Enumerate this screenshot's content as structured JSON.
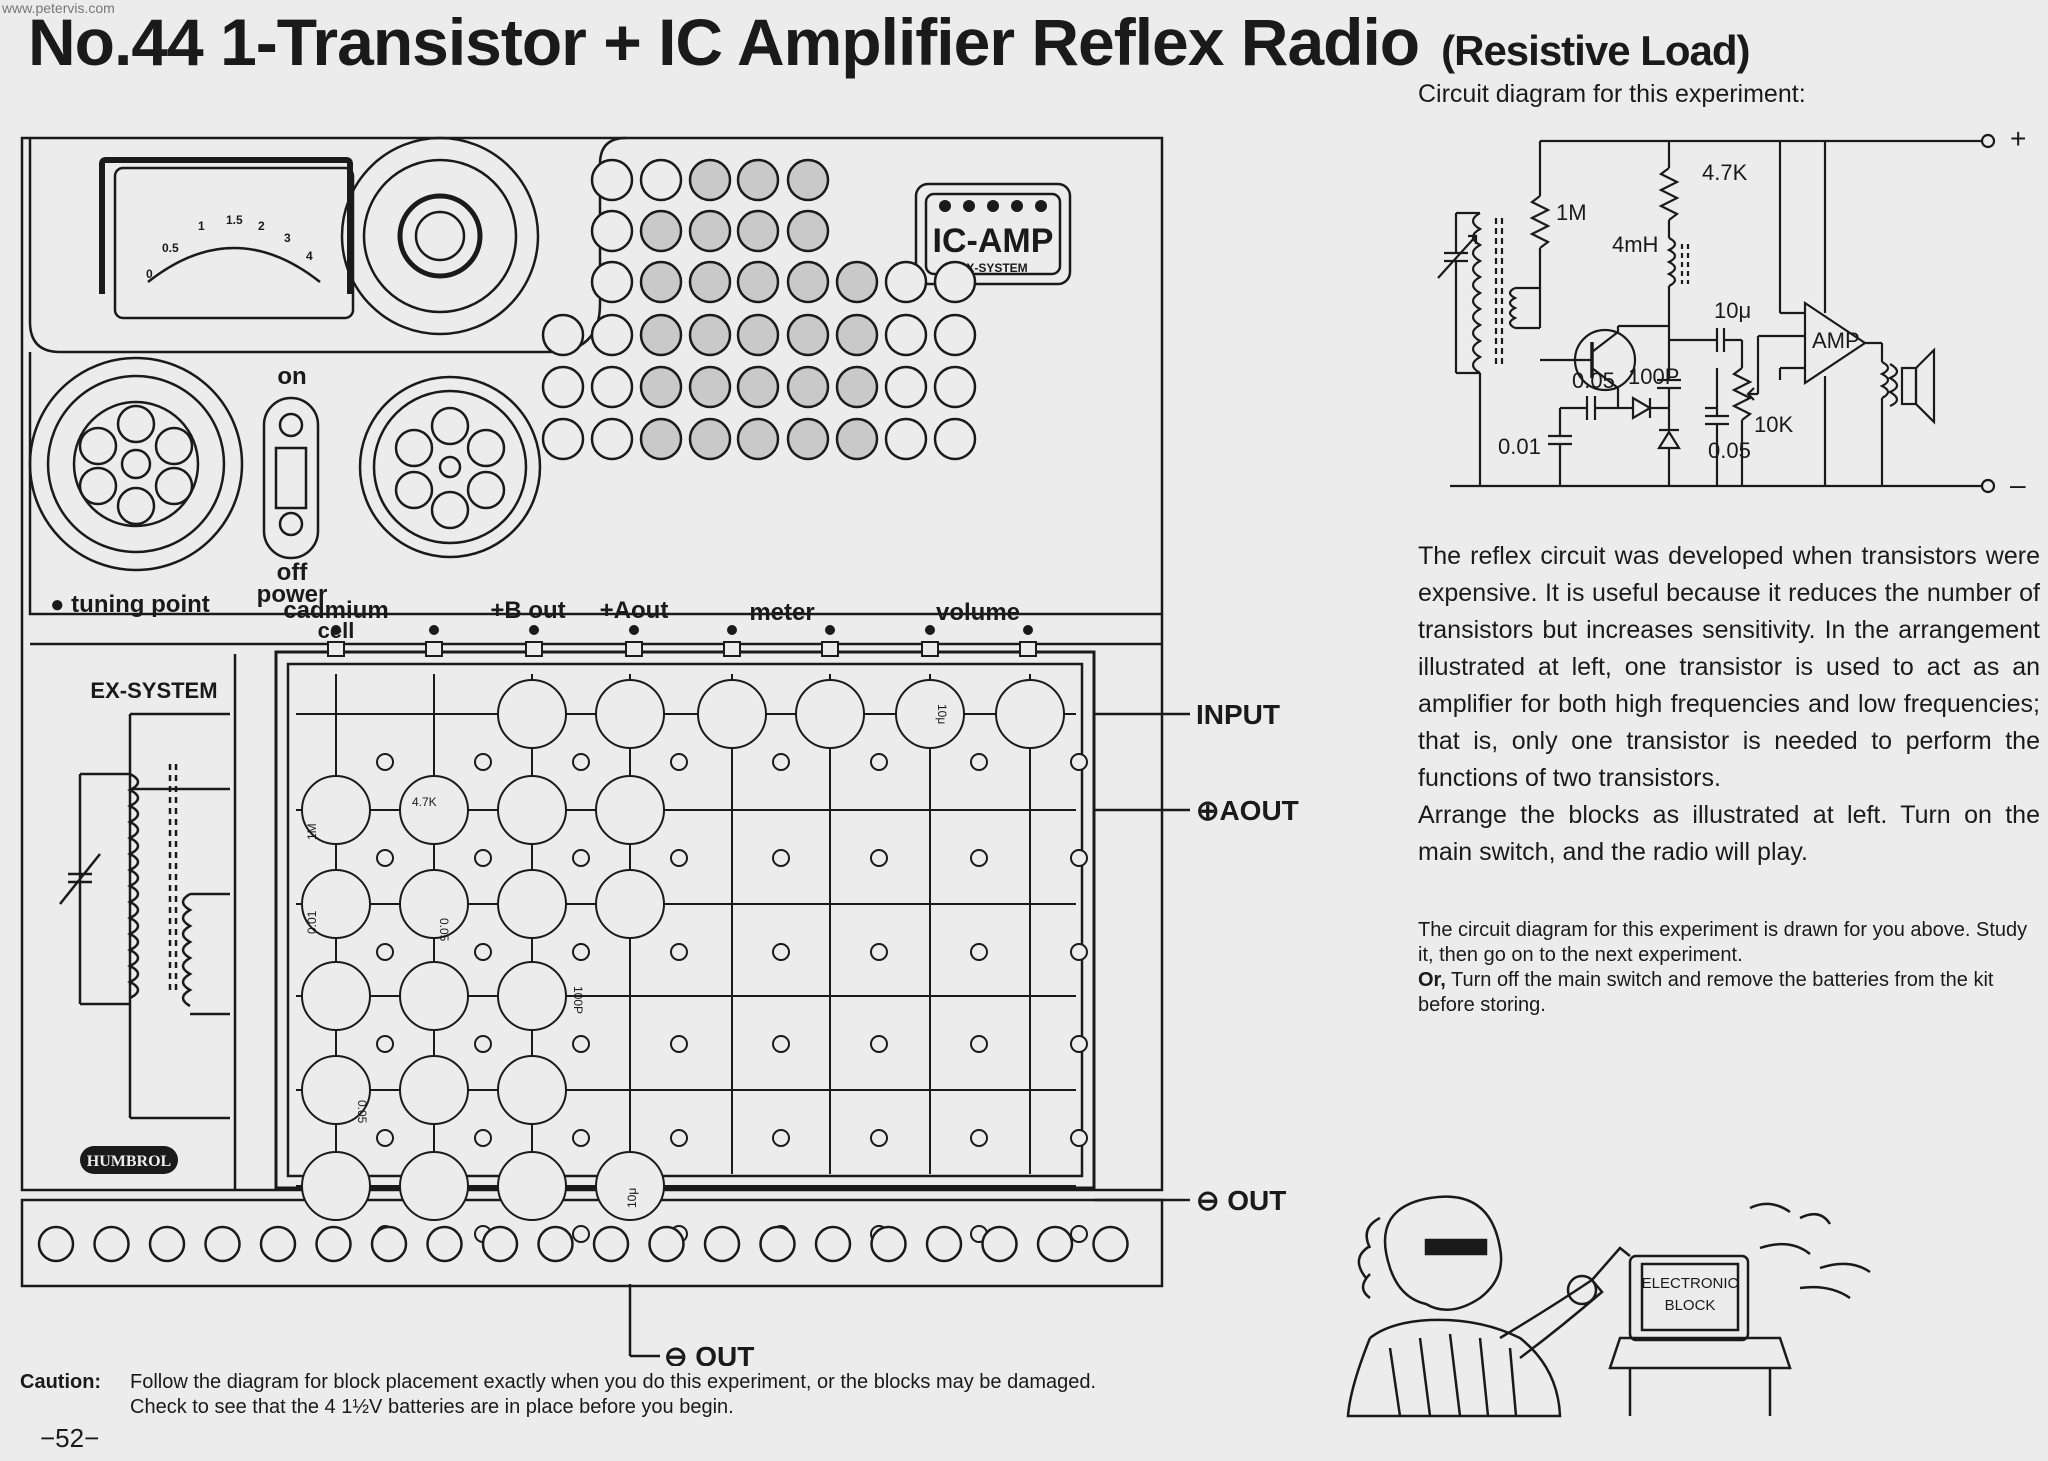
{
  "watermark": "www.petervis.com",
  "title": {
    "main": "No.44  1-Transistor + IC Amplifier Reflex Radio",
    "sub": "(Resistive Load)"
  },
  "circuit": {
    "caption": "Circuit diagram for this experiment:",
    "labels": {
      "r1": "1M",
      "r2": "4.7K",
      "l1": "4mH",
      "c_coupling": "10μ",
      "amp": "AMP",
      "c1": "0.05",
      "c2": "100P",
      "pot": "10K",
      "c3": "0.01",
      "c4": "0.05",
      "plus": "+",
      "minus": "–"
    }
  },
  "description": [
    "The reflex circuit was developed when transistors were expensive. It is useful because it reduces the number of transistors but increases sensitivity. In the arrangement illustrated at left, one transistor is used to act as an amplifier for both high frequencies and low frequencies; that is, only one transistor is needed to perform the functions of two transistors.",
    "Arrange the blocks as illustrated at left. Turn on the main switch, and the radio will play."
  ],
  "note": {
    "line1": "The circuit diagram for this experiment is drawn for you above. Study it, then go on to the next experiment.",
    "or_label": "Or,",
    "line2": "Turn off the main switch and remove the batteries from the kit before storing."
  },
  "kit": {
    "ic_amp_title": "IC-AMP",
    "ic_amp_sub": "EX-SYSTEM",
    "switch_on": "on",
    "switch_off": "off",
    "switch_power": "power",
    "tuning_point": "● tuning point",
    "ex_system": "EX-SYSTEM",
    "brand": "HUMBROL",
    "terminals": {
      "cadmium": "cadmium",
      "cell": "cell",
      "bout": "+B out",
      "aout": "+Aout",
      "meter": "meter",
      "volume": "volume"
    },
    "side": {
      "input": "INPUT",
      "aout": "⊕AOUT",
      "out": "⊖ OUT"
    },
    "bottom_out": "⊖ OUT",
    "meter_scale": [
      "0",
      "0.5",
      "1",
      "1.5",
      "2",
      "3",
      "4"
    ],
    "blocks": {
      "r1m": "1M",
      "r47k": "4.7K",
      "c001": "0.01",
      "c005a": "0.05",
      "c100p": "100P",
      "c005b": "0.05",
      "c10a": "10μ",
      "c10b": "10μ"
    }
  },
  "caution": {
    "label": "Caution:",
    "text": "Follow the diagram for block placement exactly when you do this experiment, or the blocks may be damaged. Check to see that the 4 1½V batteries are in place before you begin."
  },
  "page_number": "−52−",
  "cartoon": {
    "sign_line1": "ELECTRONIC",
    "sign_line2": "BLOCK"
  }
}
